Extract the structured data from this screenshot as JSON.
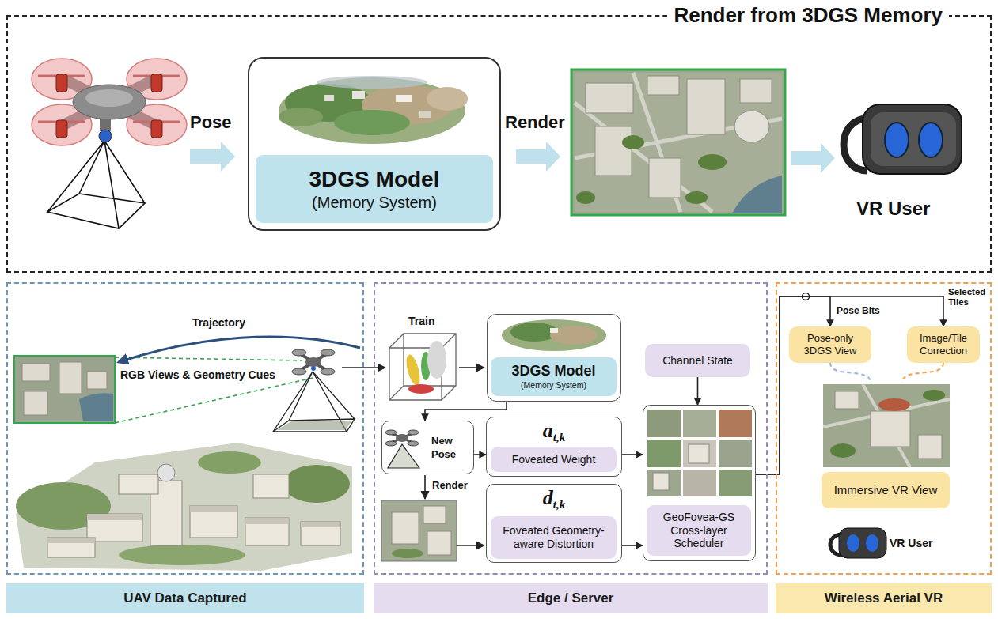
{
  "diagram": {
    "nodes": [
      {
        "text": [
          "Render from 3DGS Memory"
        ]
      },
      {
        "text": [
          "3DGS Model",
          "(Memory System)"
        ],
        "in": 0
      },
      {
        "text": [
          "UAV Data Captured"
        ]
      },
      {
        "text": [
          "Edge / Server"
        ]
      },
      {
        "text": [
          "3DGS Model",
          "(Memory System)"
        ],
        "in": 3
      },
      {
        "text": [
          "New Pose"
        ],
        "in": 3
      },
      {
        "text": [
          "a",
          "t,k",
          "Foveated Weight"
        ],
        "in": 3
      },
      {
        "text": [
          "d",
          "t,k",
          "Foveated Geometry-aware Distortion"
        ],
        "in": 3
      },
      {
        "text": [
          "Channel State"
        ],
        "in": 3
      },
      {
        "text": [
          "GeoFovea-GS Cross-layer Scheduler"
        ],
        "in": 3
      },
      {
        "text": [
          "Wireless Aerial VR"
        ]
      },
      {
        "text": [
          "Pose-only 3DGS View"
        ],
        "in": 10
      },
      {
        "text": [
          "Image/Tile Correction"
        ],
        "in": 10
      },
      {
        "text": [
          "Immersive VR View"
        ],
        "in": 10
      }
    ],
    "edges": [
      {
        "from": 4,
        "to": 5,
        "arrow": "to"
      },
      {
        "from": 5,
        "to": 6,
        "arrow": "to"
      },
      {
        "from": 6,
        "to": 9,
        "arrow": "to"
      },
      {
        "from": 7,
        "to": 9,
        "arrow": "to"
      },
      {
        "from": 8,
        "to": 9,
        "arrow": "to"
      },
      {
        "from": 9,
        "to": 11,
        "label": "Pose Bits",
        "arrow": "to"
      },
      {
        "from": 9,
        "to": 12,
        "label": "Selected Tiles",
        "arrow": "to"
      },
      {
        "from": 11,
        "to": 13,
        "arrow": "none"
      },
      {
        "from": 12,
        "to": 13,
        "arrow": "none"
      }
    ],
    "labels": [
      "Pose",
      "Render",
      "VR User",
      "Trajectory",
      "RGB Views & Geometry Cues",
      "Train",
      "Render",
      "VR User"
    ]
  }
}
